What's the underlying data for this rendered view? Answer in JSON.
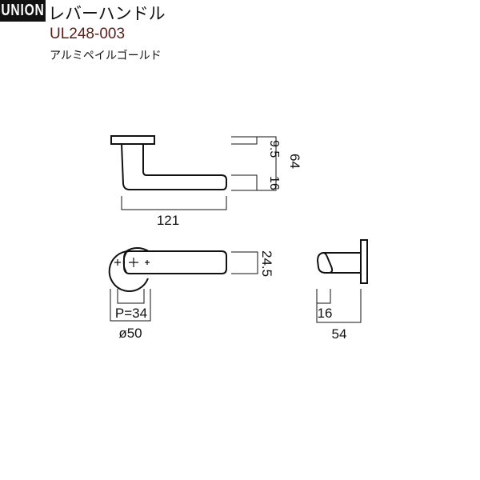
{
  "header": {
    "brand_logo": "UNION",
    "product_type": "レバーハンドル",
    "product_code": "UL248-003",
    "finish": "アルミペイルゴールド",
    "code_color": "#5a1e1a"
  },
  "front_view": {
    "dimensions": {
      "length": "121",
      "rose_thickness": "9.5",
      "lever_thickness": "16",
      "total_projection": "64"
    }
  },
  "plan_view": {
    "dimensions": {
      "lever_width": "24.5",
      "pitch": "P=34",
      "rose_diameter": "ø50"
    }
  },
  "side_view": {
    "dimensions": {
      "lever_depth": "16",
      "total_depth": "54"
    }
  }
}
